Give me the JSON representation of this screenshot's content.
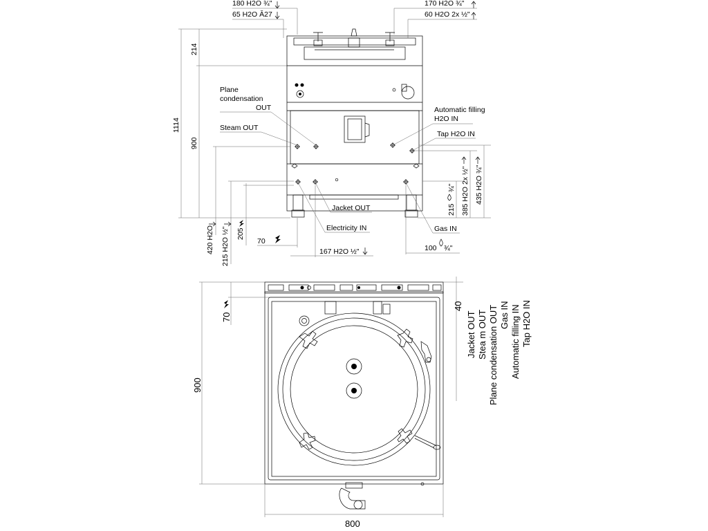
{
  "front_view": {
    "top_dims": {
      "left1": "180 H2O ¾\"",
      "left2": "65 H2O Ă27",
      "right1": "170 H2O ¾\"",
      "right2": "60 H2O 2x ½\""
    },
    "vertical_dims": {
      "overall": "1114",
      "body": "900",
      "lid": "214"
    },
    "callouts": {
      "plane_condensation_1": "Plane",
      "plane_condensation_2": "condensation",
      "plane_condensation_3": "OUT",
      "steam_out": "Steam OUT",
      "automatic_filling_1": "Automatic filling",
      "automatic_filling_2": "H2O IN",
      "tap_h2o_in": "Tap H2O IN",
      "jacket_out": "Jacket OUT",
      "electricity_in": "Electricity IN",
      "gas_in": "Gas IN"
    },
    "bottom_dims": {
      "left_a": "420 H2O",
      "left_b": "215 H2O ½\"",
      "left_c": "205",
      "left_d": "70",
      "bottom_mid": "167 H2O ½\"",
      "bottom_right": "100",
      "bottom_right_suffix": "¾\""
    },
    "right_dims": {
      "r1": "215",
      "r1_suffix": "¾\"",
      "r2": "385 H2O 2x ½\"",
      "r3": "435 H2O ¾\""
    }
  },
  "top_view": {
    "dims": {
      "depth": "900",
      "width": "800",
      "offset_left": "70",
      "offset_right": "40"
    },
    "legend": [
      "Jacket OUT",
      "Stea m OUT",
      "Plane condensation OUT",
      "Gas IN",
      "Automatic filling IN",
      "Tap H2O IN"
    ]
  },
  "icons": {
    "arrow_down": "arrow-down-icon",
    "arrow_up": "arrow-up-icon",
    "lightning": "lightning-icon",
    "gas_flame": "gas-flame-icon"
  }
}
